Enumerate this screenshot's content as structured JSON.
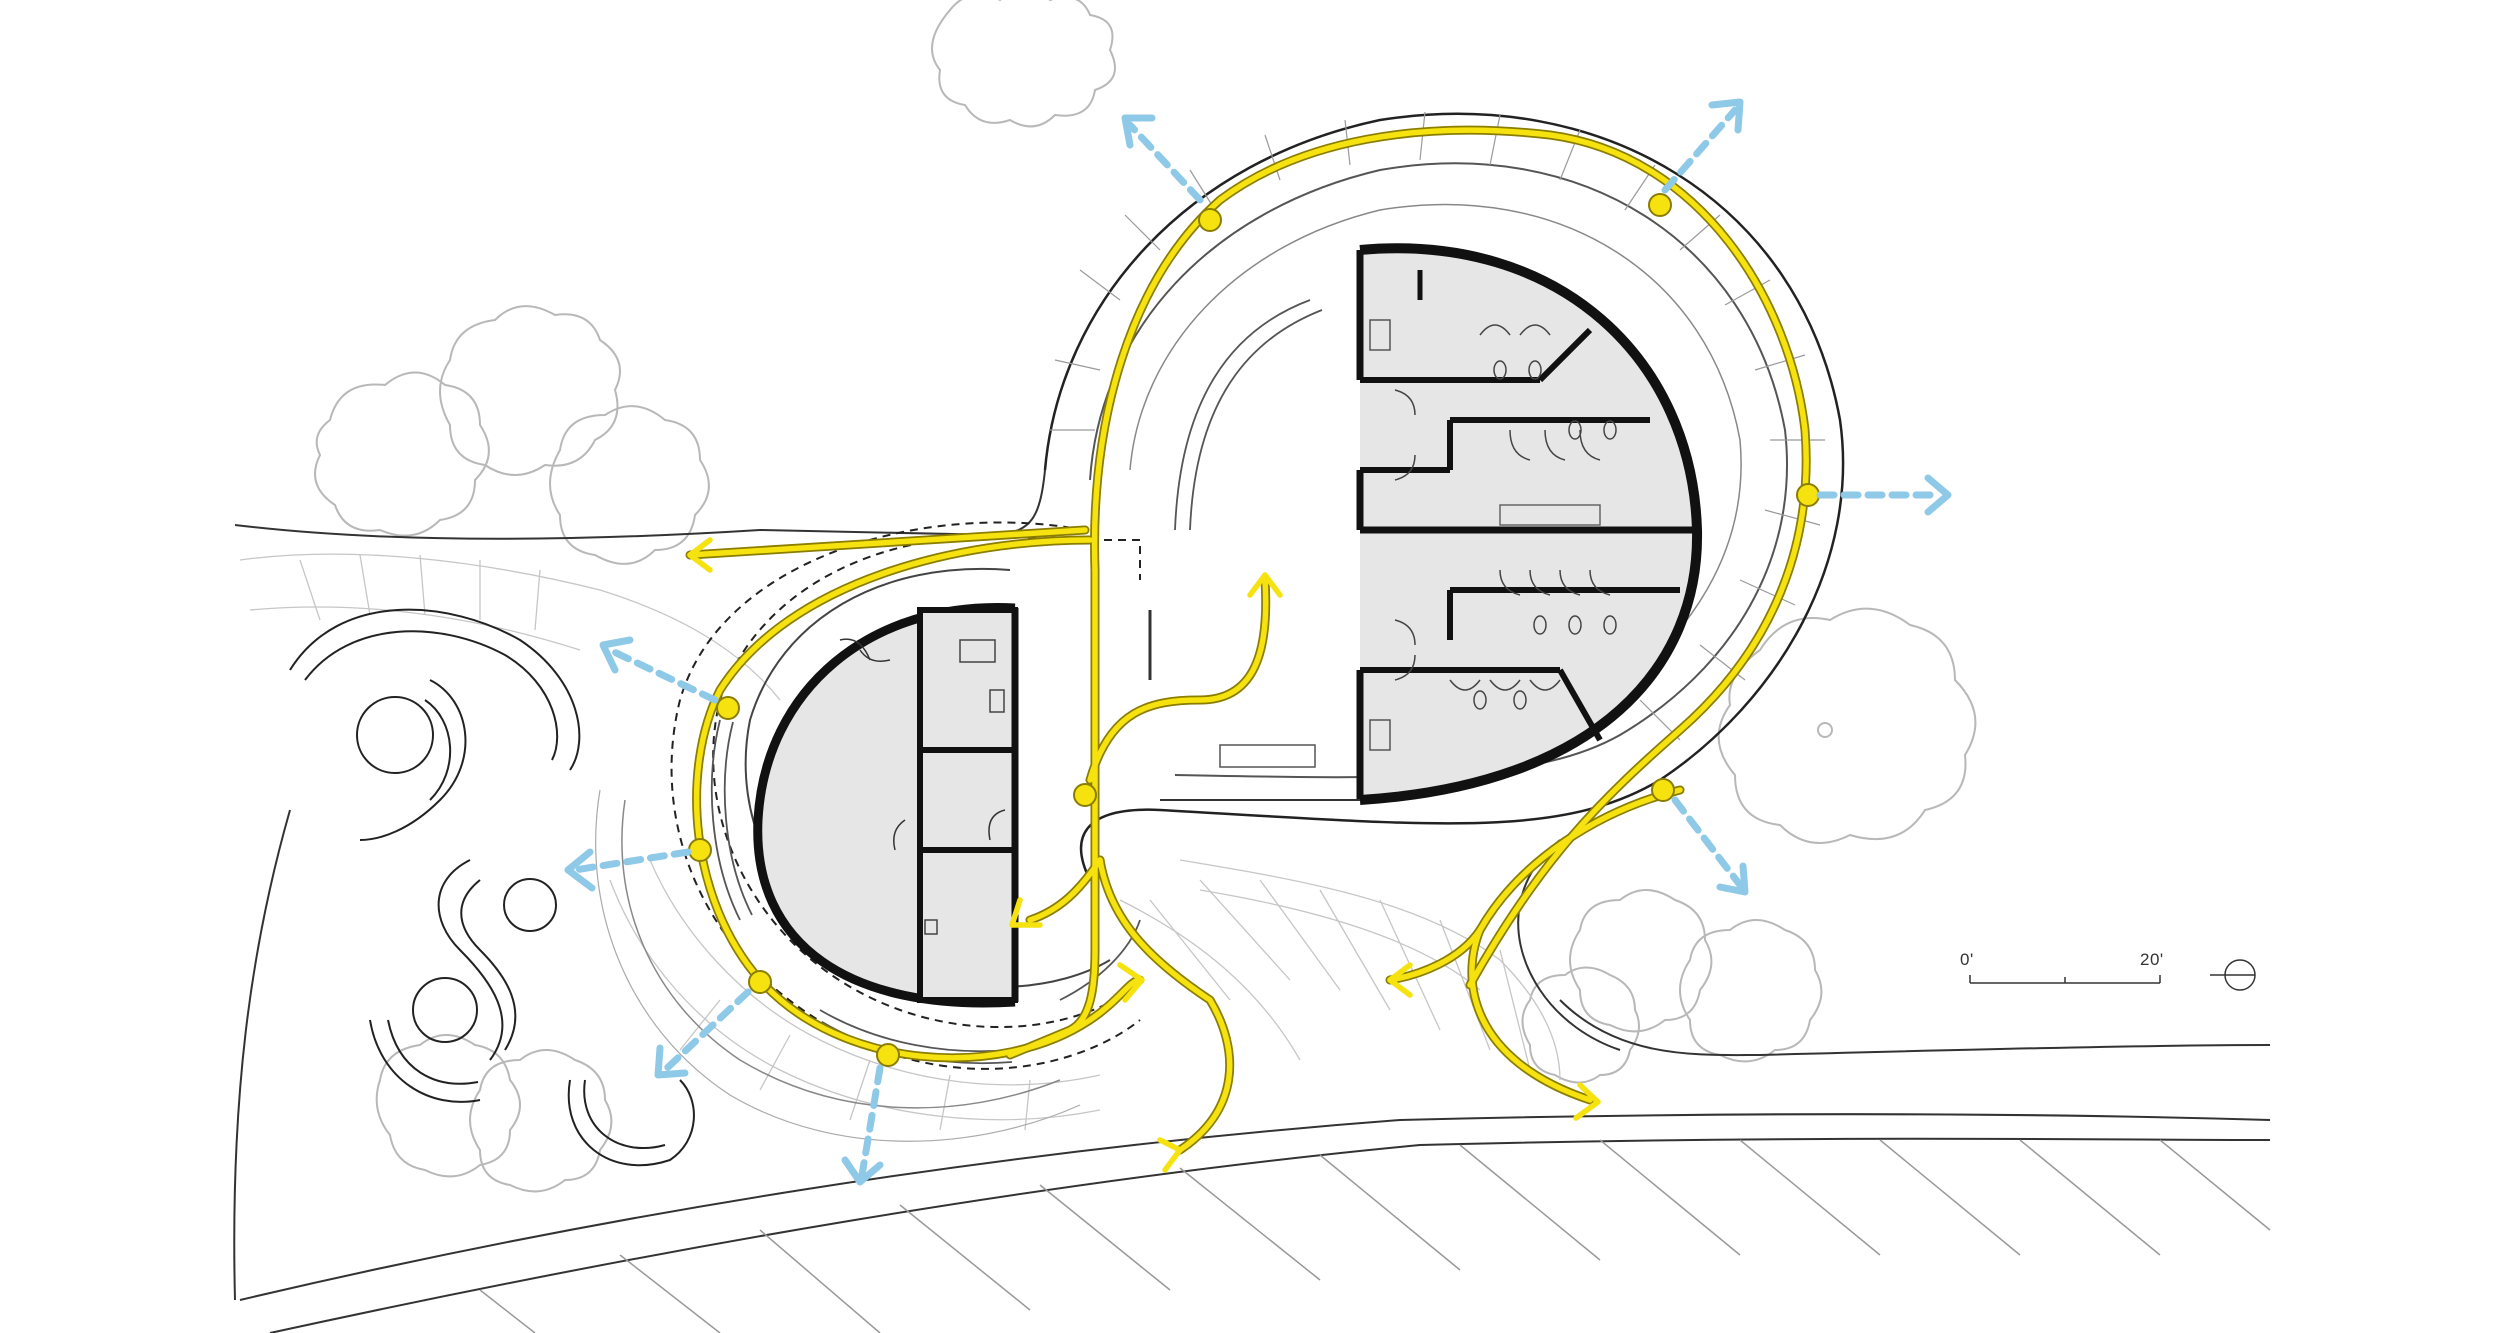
{
  "scale_bar": {
    "start_label": "0'",
    "end_label": "20'"
  },
  "colors": {
    "circulation_path": "#f5e20f",
    "circulation_outline": "#8a7d00",
    "view_arrow": "#8ec9e8",
    "interior_fill": "#e6e6e6",
    "wall": "#111111",
    "linework": "#666666",
    "light_linework": "#b3b3b3"
  },
  "symbols": {
    "north_arrow": "north-arrow-icon",
    "trees": "tree-canopy-icon",
    "paths": "circulation-path",
    "views": "view-direction-arrow"
  }
}
